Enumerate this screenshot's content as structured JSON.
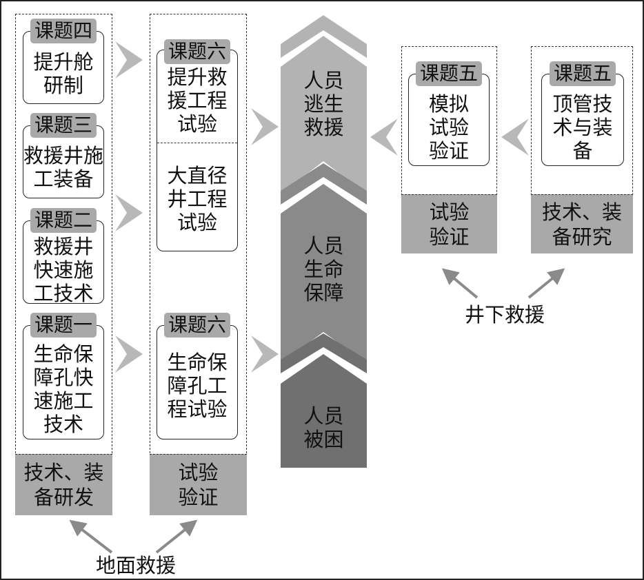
{
  "colors": {
    "tab_gray": "#a9a9a9",
    "arrow_light": "#b3b3b3",
    "arrow_mid": "#8a8a8a",
    "arrow_dark": "#707070",
    "chevron": "#b8b8b8"
  },
  "ground": {
    "label": "地面救援",
    "dev_column": {
      "footer": "技术、装备研发",
      "topics": [
        {
          "tag": "课题四",
          "text": "提升舱研制"
        },
        {
          "tag": "课题三",
          "text": "救援井施工装备"
        },
        {
          "tag": "课题二",
          "text": "救援井快速施工技术"
        },
        {
          "tag": "课题一",
          "text": "生命保障孔快速施工技术"
        }
      ]
    },
    "test_column": {
      "footer": "试验验证",
      "topics": [
        {
          "tag": "课题六",
          "text": "提升救援工程试验",
          "text2": "大直径井工程试验"
        },
        {
          "tag": "课题六",
          "text": "生命保障孔工程试验"
        }
      ]
    }
  },
  "center": {
    "stages": [
      "人员逃生救援",
      "人员生命保障",
      "人员被困"
    ]
  },
  "underground": {
    "label": "井下救援",
    "test_column": {
      "footer": "试验验证",
      "tag": "课题五",
      "text": "模拟试验验证"
    },
    "research_column": {
      "footer": "技术、装备研究",
      "tag": "课题五",
      "text": "顶管技术与装备"
    }
  }
}
